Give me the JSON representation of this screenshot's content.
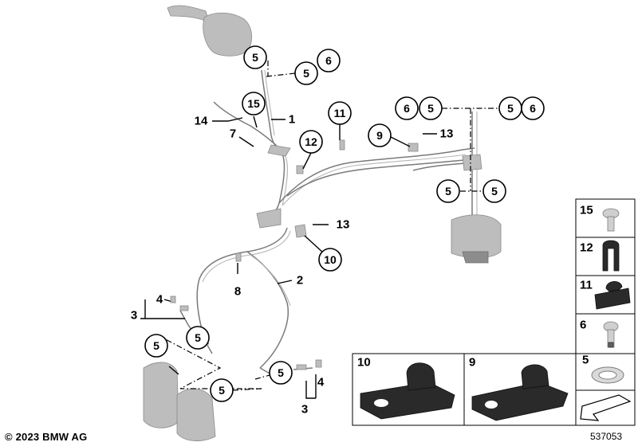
{
  "footer": {
    "copyright": "© 2023 BMW AG",
    "doc_number": "537053"
  },
  "callouts": {
    "c5_top": "5",
    "c5_top2": "5",
    "c6_top": "6",
    "c15": "15",
    "c11": "11",
    "c12": "12",
    "c9": "9",
    "c6_right_a": "6",
    "c5_right_a": "5",
    "c5_right_b": "5",
    "c6_right_b": "6",
    "c5_mid_a": "5",
    "c5_mid_b": "5",
    "c10": "10",
    "c5_low_a": "5",
    "c5_low_b": "5",
    "c5_low_c": "5",
    "c5_low_d": "5"
  },
  "labels": {
    "l1": "1",
    "l14": "14",
    "l7": "7",
    "l13_a": "13",
    "l13_b": "13",
    "l2": "2",
    "l8": "8",
    "l3_a": "3",
    "l4_a": "4",
    "l3_b": "3",
    "l4_b": "4"
  },
  "parts_legend": {
    "p15": "15",
    "p12": "12",
    "p11": "11",
    "p6": "6",
    "p5": "5",
    "p10": "10",
    "p9": "9"
  }
}
